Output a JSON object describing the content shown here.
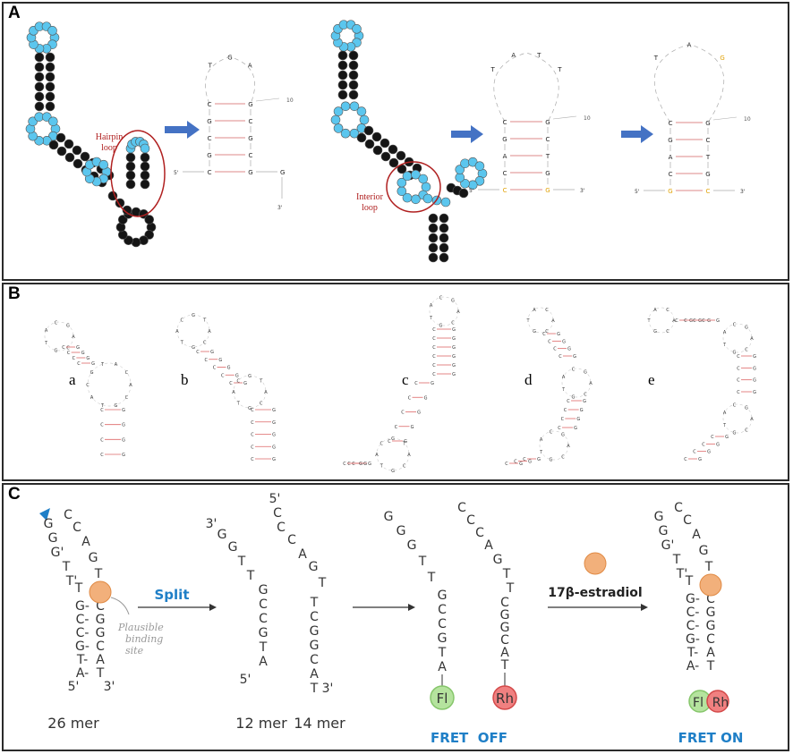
{
  "panels": {
    "a": {
      "label": "A",
      "hairpin_label": [
        "Hairpin",
        "loop"
      ],
      "interior_label": [
        "Interior",
        "loop"
      ],
      "hp1": {
        "loop": [
          "T",
          "G",
          "A"
        ],
        "stem": [
          [
            "C",
            "G"
          ],
          [
            "G",
            "C"
          ],
          [
            "C",
            "G"
          ],
          [
            "G",
            "C"
          ],
          [
            "C",
            "G"
          ]
        ],
        "tail": "G",
        "num": "10",
        "e5": "5'",
        "e3": "3'"
      },
      "hp2": {
        "loop": [
          "T",
          "A",
          "T",
          "T"
        ],
        "stem": [
          [
            "C",
            "G"
          ],
          [
            "G",
            "C"
          ],
          [
            "A",
            "T"
          ],
          [
            "C",
            "G"
          ],
          [
            "C",
            "G"
          ]
        ],
        "num": "10",
        "e5": "5'",
        "e3": "3'"
      },
      "hp3": {
        "loop": [
          "T",
          "A",
          "G"
        ],
        "stem": [
          [
            "C",
            "G"
          ],
          [
            "G",
            "C"
          ],
          [
            "A",
            "T"
          ],
          [
            "C",
            "G"
          ],
          [
            "G",
            "C"
          ]
        ],
        "num": "10",
        "e5": "5'",
        "e3": "3'"
      }
    },
    "b": {
      "label": "B",
      "structures": [
        "a",
        "b",
        "c",
        "d",
        "e"
      ]
    },
    "c": {
      "label": "C",
      "aptamer_26": {
        "loop": [
          "G",
          "G",
          "G'",
          "T",
          "T'",
          "C",
          "C",
          "A",
          "G",
          "T"
        ],
        "stem": [
          [
            "G-",
            "C"
          ],
          [
            "C-",
            "G"
          ],
          [
            "C-",
            "G"
          ],
          [
            "G-",
            "C"
          ],
          [
            "T-",
            "A"
          ],
          [
            "A-",
            "T"
          ]
        ],
        "end5": "5'",
        "end3": "3'",
        "binding_note": [
          "Plausible",
          "binding",
          "site"
        ],
        "caption": "26 mer"
      },
      "split_label": "Split",
      "strand_12": {
        "letters": [
          "3'",
          "G",
          "G",
          "T",
          "T",
          "G",
          "C",
          "C",
          "G",
          "T",
          "A"
        ],
        "end": "5'",
        "caption": "12 mer"
      },
      "strand_14": {
        "letters": [
          "5'",
          "C",
          "C",
          "C",
          "A",
          "G",
          "T",
          "T",
          "C",
          "G",
          "G",
          "C",
          "A",
          "T"
        ],
        "end": "3'",
        "caption": "14 mer"
      },
      "strand_12_right": [
        "G",
        "G",
        "G",
        "T",
        "T",
        "G",
        "C",
        "C",
        "G",
        "T",
        "A"
      ],
      "strand_14_right": [
        "C",
        "C",
        "C",
        "A",
        "G",
        "T",
        "T",
        "C",
        "G",
        "G",
        "C",
        "A",
        "T"
      ],
      "fl_label": "Fl",
      "rh_label": "Rh",
      "fret_off": "FRET  OFF",
      "target_label": "17β-estradiol",
      "complex": {
        "loop": [
          "G",
          "G",
          "G'",
          "T",
          "T'",
          "C",
          "C",
          "A",
          "G",
          "T"
        ],
        "stem": [
          [
            "G-",
            "C"
          ],
          [
            "C-",
            "G"
          ],
          [
            "C-",
            "G"
          ],
          [
            "G-",
            "C"
          ],
          [
            "T-",
            "A"
          ],
          [
            "A-",
            "T"
          ]
        ],
        "fl": "Fl",
        "rh": "Rh"
      },
      "fret_on": "FRET ON"
    }
  },
  "colors": {
    "cyan": "#5bc6ee",
    "black_node": "#151515",
    "arrow_blue": "#4472c4",
    "red_circle": "#b02020",
    "orange": "#e9a15d",
    "fret_blue": "#1f7fc7",
    "fl_green": "#a8dd8c",
    "rh_red": "#ef6a6a",
    "accent_orange": "#e0a000"
  }
}
